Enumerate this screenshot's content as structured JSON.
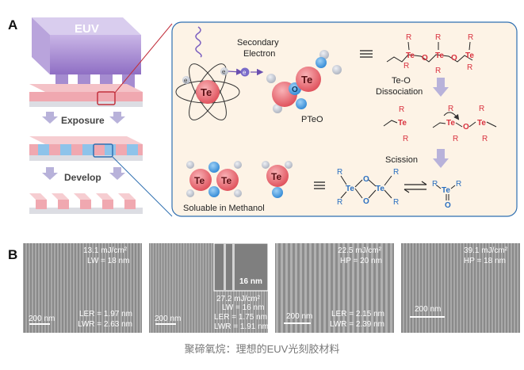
{
  "panel_a": {
    "label": "A",
    "euv_label": "EUV",
    "exposure_label": "Exposure",
    "develop_label": "Develop",
    "secondary_electron_line1": "Secondary",
    "secondary_electron_line2": "Electron",
    "electron_symbol": "e",
    "te_symbol": "Te",
    "o_symbol": "O",
    "r_symbol": "R",
    "pteo_label": "PTeO",
    "dissociation_line1": "Te-O",
    "dissociation_line2": "Dissociation",
    "scission_label": "Scission",
    "soluable_label": "Soluable in Methanol",
    "colors": {
      "euv_purple": "#a78bd0",
      "resist_pink": "#f0a8b0",
      "resist_blue": "#8ec3ea",
      "panel_bg": "#fdf3e6",
      "te_red": "#e35a64",
      "o_blue": "#3f9ae0",
      "arrow_purple": "#b8b2da"
    }
  },
  "panel_b": {
    "label": "B",
    "images": [
      {
        "lines": [
          "13.1 mJ/cm²",
          "LW = 18 nm"
        ],
        "bottom": [
          "LER = 1.97 nm",
          "LWR = 2.63 nm"
        ],
        "scale": "200 nm"
      },
      {
        "lines": [
          "27.2 mJ/cm²",
          "LW = 16 nm",
          "LER = 1.75 nm",
          "LWR = 1.91 nm"
        ],
        "inset": "16 nm",
        "scale": "200 nm"
      },
      {
        "lines": [
          "22.5 mJ/cm²",
          "HP = 20 nm"
        ],
        "bottom": [
          "LER = 2.15 nm",
          "LWR = 2.39 nm"
        ],
        "scale": "200 nm"
      },
      {
        "lines": [
          "39.1 mJ/cm²",
          "HP = 18 nm"
        ],
        "scale": "200 nm"
      }
    ]
  },
  "caption": "聚碲氧烷：理想的EUV光刻胶材料"
}
